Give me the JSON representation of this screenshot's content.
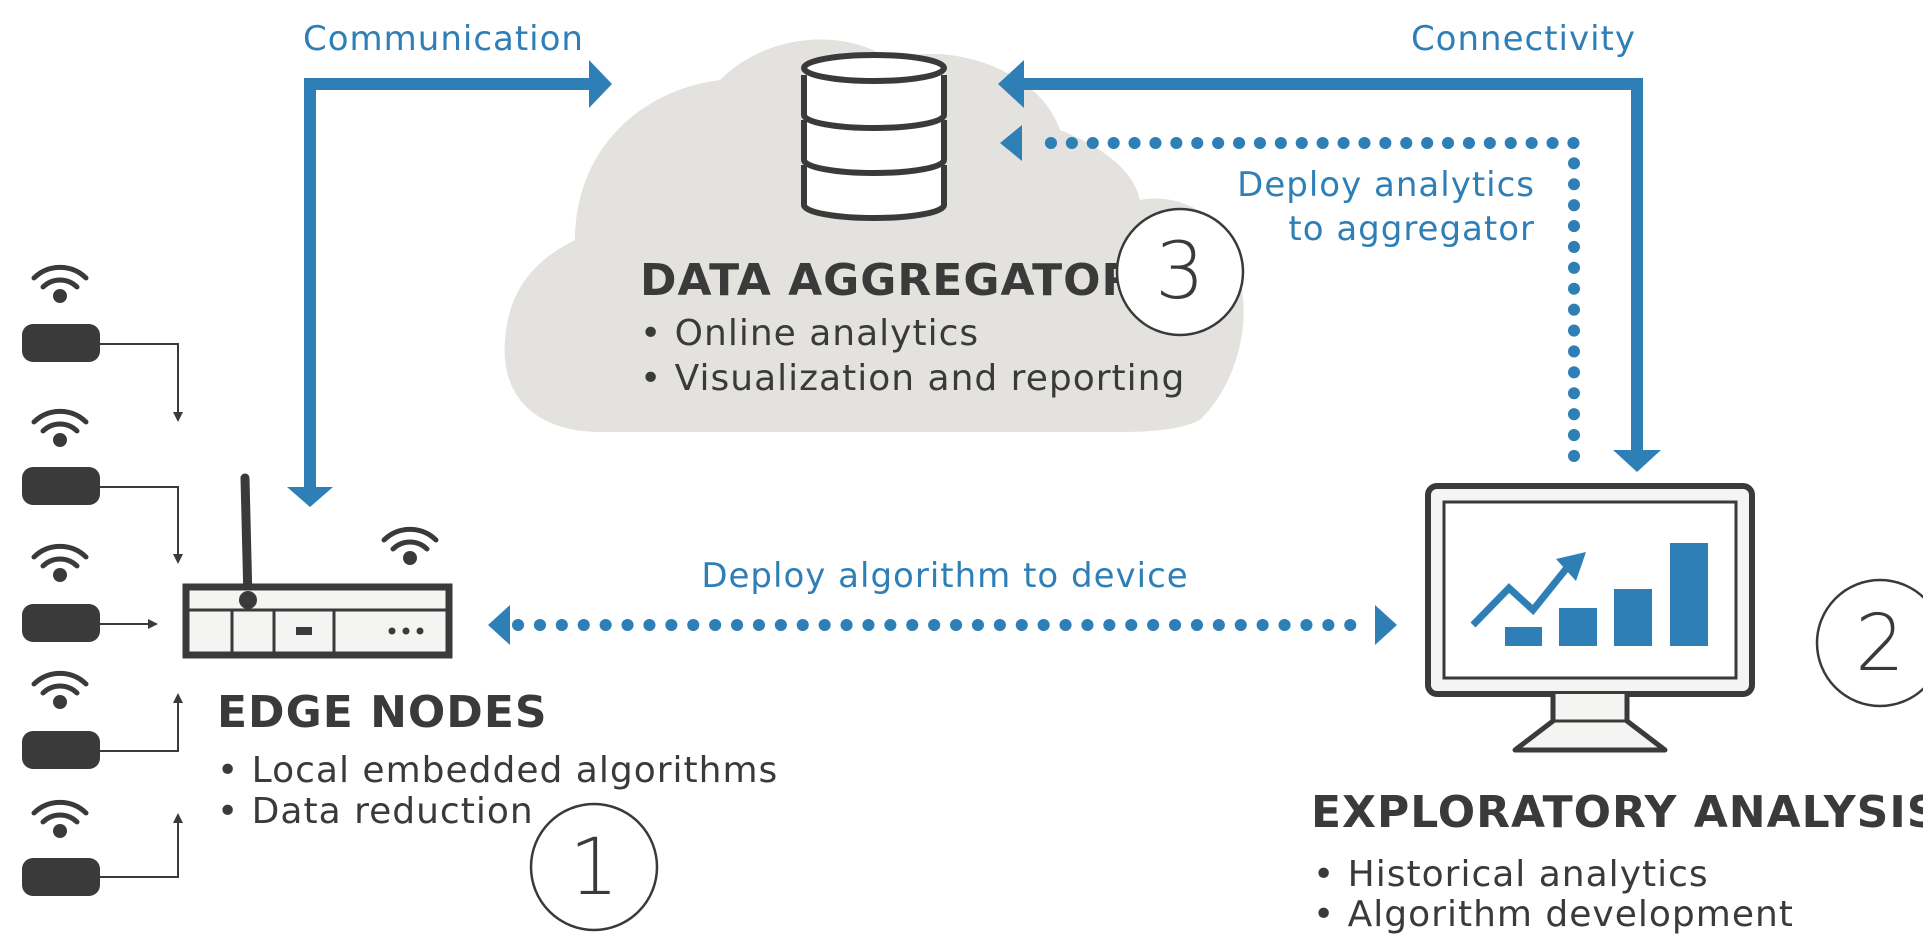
{
  "labels": {
    "communication": "Communication",
    "connectivity": "Connectivity",
    "deploy_aggregator_line1": "Deploy analytics",
    "deploy_aggregator_line2": "to aggregator",
    "deploy_device": "Deploy algorithm to device"
  },
  "aggregator": {
    "title": "DATA AGGREGATOR",
    "number": "3",
    "bullets": [
      "• Online analytics",
      "• Visualization and reporting"
    ]
  },
  "edge": {
    "title": "EDGE NODES",
    "number": "1",
    "bullets": [
      "• Local embedded algorithms",
      "• Data reduction"
    ]
  },
  "exploratory": {
    "title": "EXPLORATORY ANALYSIS",
    "number": "2",
    "bullets": [
      "• Historical analytics",
      "• Algorithm development"
    ]
  },
  "colors": {
    "accent": "#2f7fb7",
    "dark": "#3a3a3a",
    "cloud": "#e3e2df"
  }
}
